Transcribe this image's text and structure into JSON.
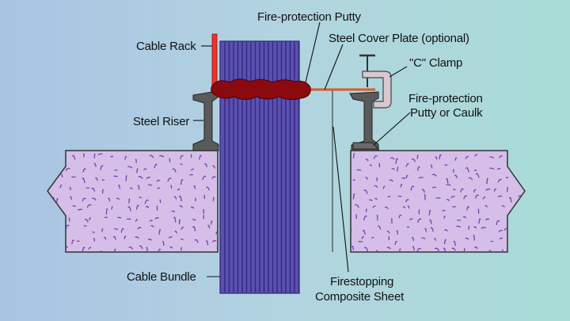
{
  "diagram": {
    "labels": {
      "cable_rack": "Cable Rack",
      "fire_putty": "Fire-protection Putty",
      "steel_cover_plate": "Steel Cover Plate (optional)",
      "c_clamp": "\"C\" Clamp",
      "fire_putty_or_caulk_line1": "Fire-protection",
      "fire_putty_or_caulk_line2": "Putty or Caulk",
      "steel_riser": "Steel Riser",
      "cable_bundle": "Cable Bundle",
      "firestopping_line1": "Firestopping",
      "firestopping_line2": "Composite Sheet"
    },
    "colors": {
      "background_left": "#a9c3e3",
      "background_right": "#a8dcd6",
      "concrete": "#d5bfe8",
      "concrete_speckle": "#7b3fb0",
      "cable": "#5b50b0",
      "putty": "#8b0a10",
      "cable_rack": "#e8342c",
      "steel": "#555555",
      "clamp": "#d9c8d0"
    }
  }
}
